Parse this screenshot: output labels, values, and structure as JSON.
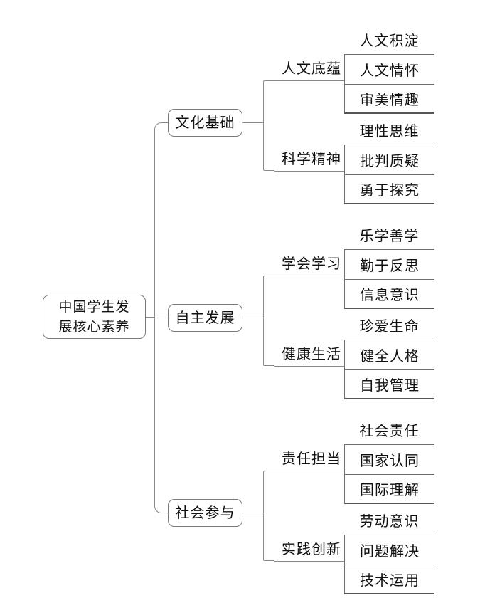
{
  "diagram": {
    "title": "中国学生发展核心素养",
    "root": {
      "label_line1": "中国学生发",
      "label_line2": "展核心素养"
    },
    "colors": {
      "background": "#ffffff",
      "text": "#111111",
      "line": "#8a8a8a",
      "box_border": "#7a7a7a",
      "leaf_border": "#6e6e6e"
    },
    "branches": [
      {
        "label": "文化基础",
        "groups": [
          {
            "label": "人文底蕴",
            "items": [
              "人文积淀",
              "人文情怀",
              "审美情趣"
            ]
          },
          {
            "label": "科学精神",
            "items": [
              "理性思维",
              "批判质疑",
              "勇于探究"
            ]
          }
        ]
      },
      {
        "label": "自主发展",
        "groups": [
          {
            "label": "学会学习",
            "items": [
              "乐学善学",
              "勤于反思",
              "信息意识"
            ]
          },
          {
            "label": "健康生活",
            "items": [
              "珍爱生命",
              "健全人格",
              "自我管理"
            ]
          }
        ]
      },
      {
        "label": "社会参与",
        "groups": [
          {
            "label": "责任担当",
            "items": [
              "社会责任",
              "国家认同",
              "国际理解"
            ]
          },
          {
            "label": "实践创新",
            "items": [
              "劳动意识",
              "问题解决",
              "技术运用"
            ]
          }
        ]
      }
    ]
  }
}
